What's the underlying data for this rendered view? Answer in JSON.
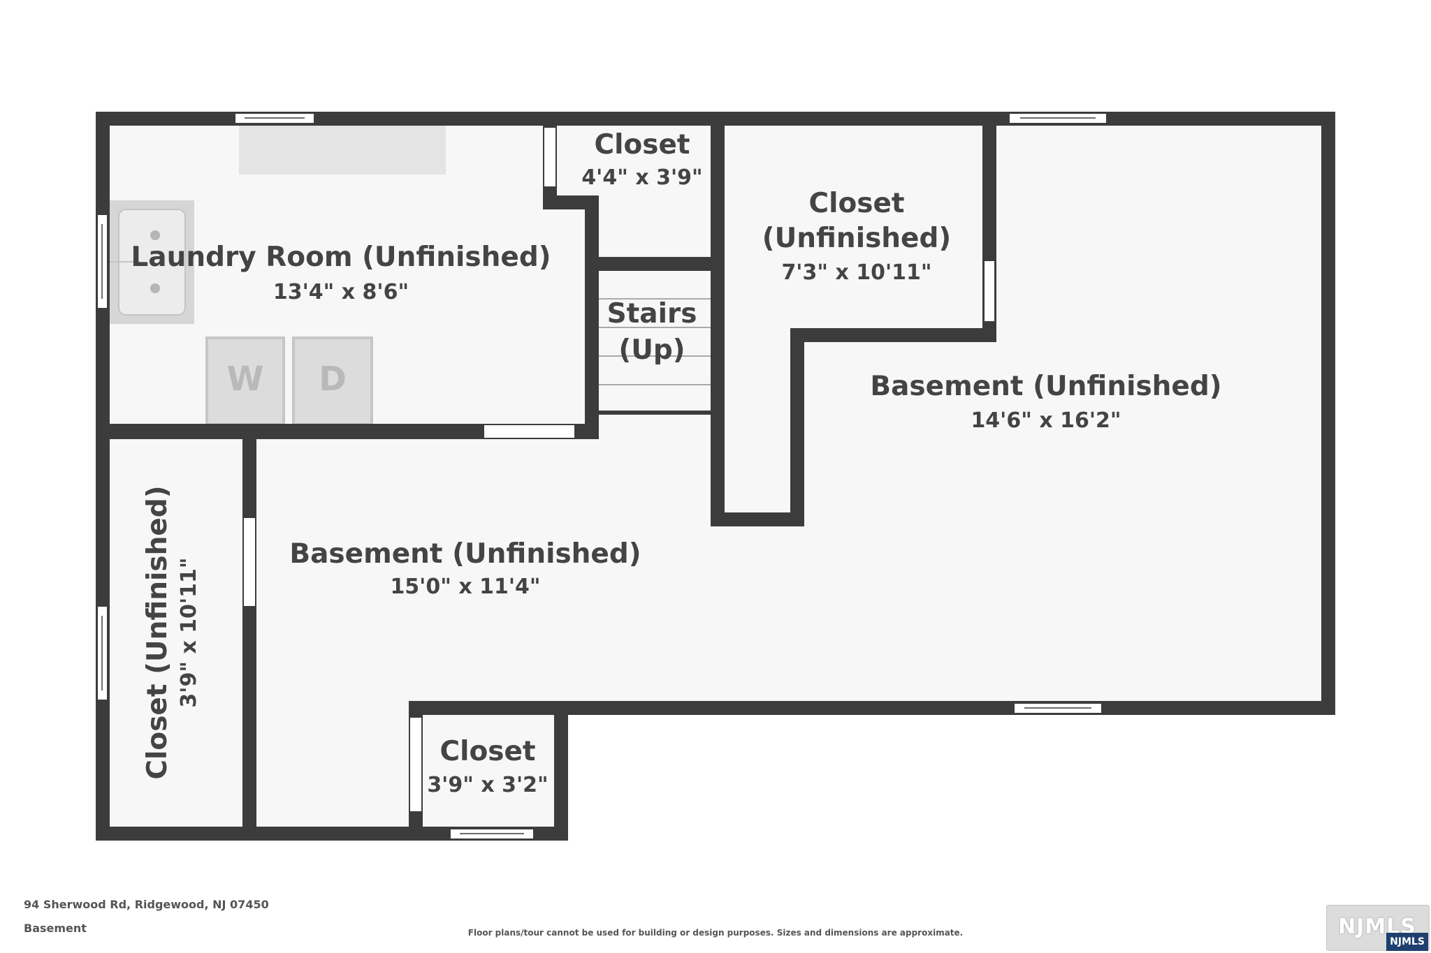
{
  "rooms": [
    {
      "name": "Laundry Room (Unfinished)",
      "dims": "13'4\" x 8'6\""
    },
    {
      "name": "Closet",
      "dims": "4'4\" x 3'9\""
    },
    {
      "name_line1": "Closet",
      "name_line2": "(Unfinished)",
      "dims": "7'3\" x 10'11\""
    },
    {
      "name_line1": "Stairs",
      "name_line2": "(Up)"
    },
    {
      "name": "Basement (Unfinished)",
      "dims": "14'6\" x 16'2\""
    },
    {
      "name": "Basement (Unfinished)",
      "dims": "15'0\" x 11'4\""
    },
    {
      "name": "Closet (Unfinished)",
      "dims": "3'9\" x 10'11\""
    },
    {
      "name": "Closet",
      "dims": "3'9\" x 3'2\""
    }
  ],
  "appliances": {
    "washer": "W",
    "dryer": "D"
  },
  "footer": {
    "address": "94 Sherwood Rd, Ridgewood, NJ 07450",
    "floor": "Basement",
    "disclaimer": "Floor plans/tour cannot be used for building or design purposes. Sizes and dimensions are approximate."
  },
  "logo": {
    "text": "NJMLS",
    "tag": "NJMLS"
  },
  "colors": {
    "wall": "#3c3c3c",
    "floor": "#f7f7f7",
    "fixture": "#d6d6d6",
    "text": "#444444"
  }
}
